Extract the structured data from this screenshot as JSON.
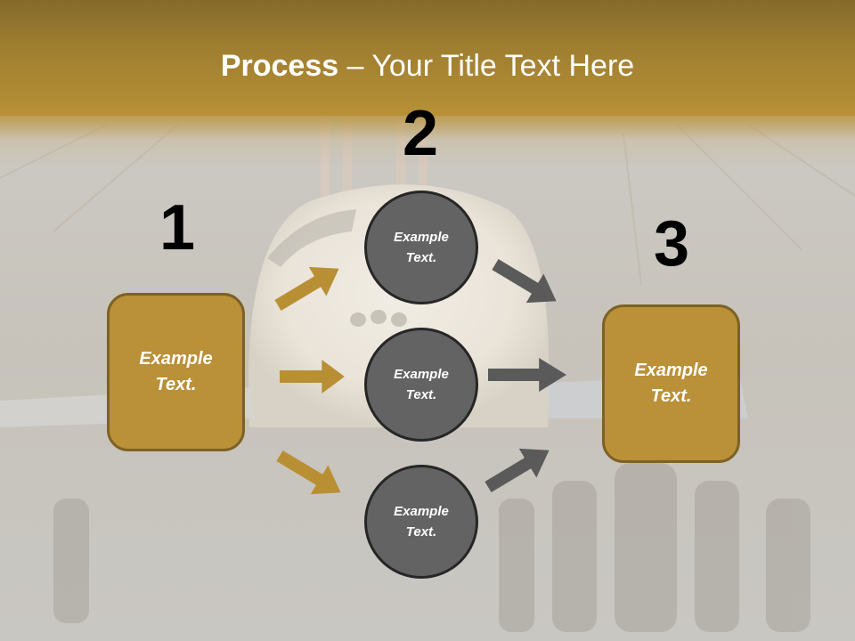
{
  "title": {
    "bold": "Process",
    "rest": " – Your Title Text Here"
  },
  "steps": {
    "one": {
      "number": "1",
      "line1": "Example",
      "line2": "Text."
    },
    "two": {
      "number": "2"
    },
    "three": {
      "number": "3",
      "line1": "Example",
      "line2": "Text."
    }
  },
  "circles": [
    {
      "line1": "Example",
      "line2": "Text."
    },
    {
      "line1": "Example",
      "line2": "Text."
    },
    {
      "line1": "Example",
      "line2": "Text."
    }
  ],
  "colors": {
    "header_gold": "#b89036",
    "box_fill": "#ba9038",
    "box_border": "#7d6224",
    "circle_fill": "#636363",
    "circle_border": "#262626",
    "arrow_gold": "#b98f34",
    "arrow_gray": "#5a5a5a"
  }
}
